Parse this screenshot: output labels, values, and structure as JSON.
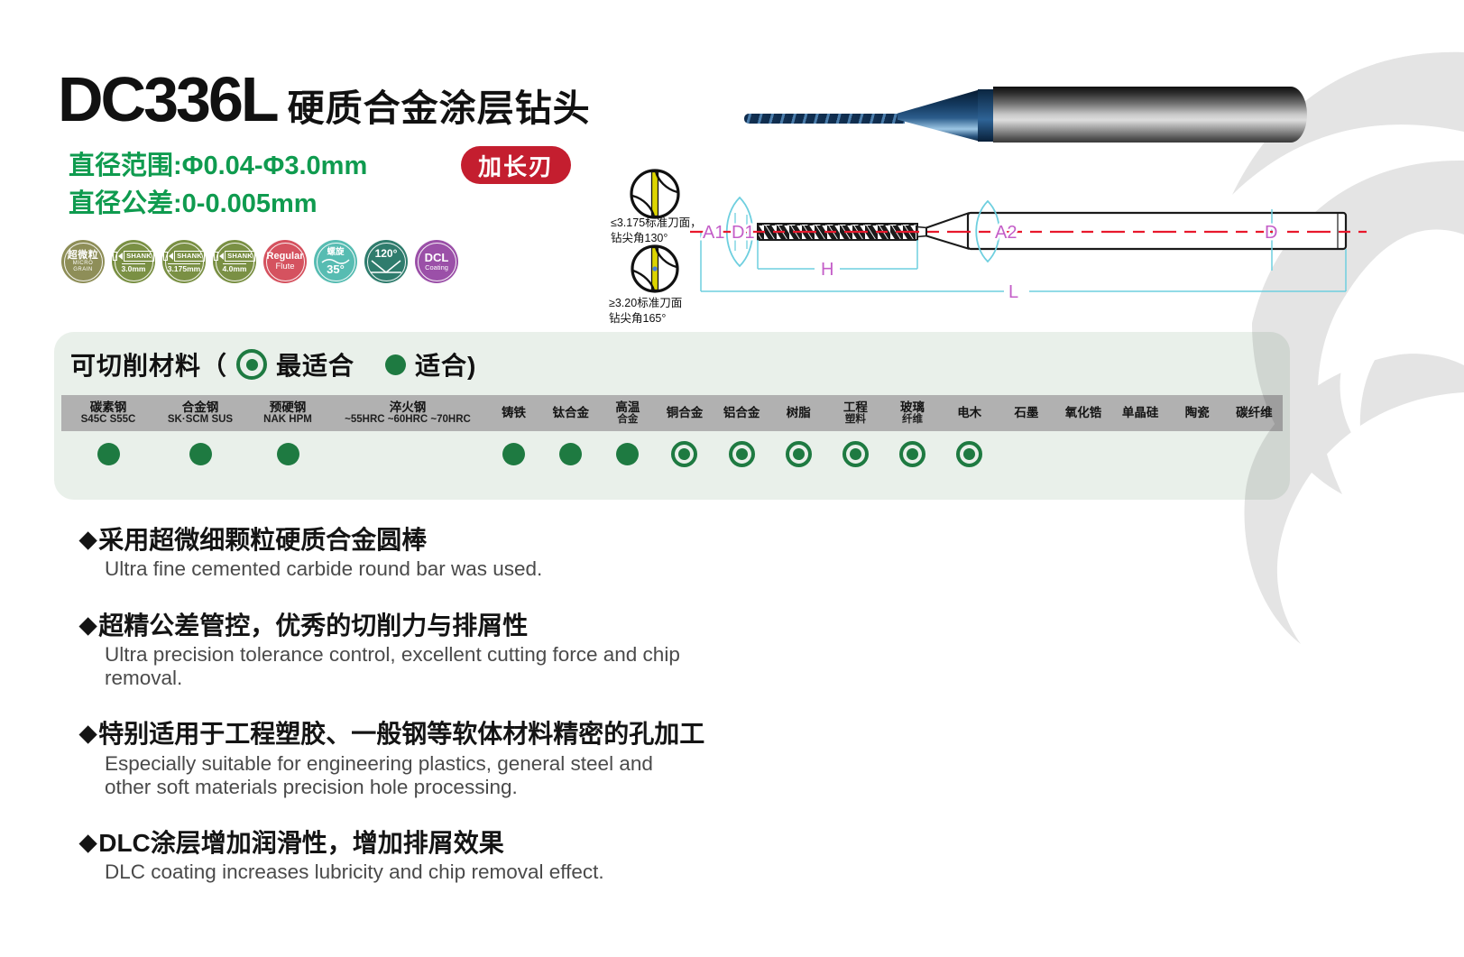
{
  "header": {
    "model": "DC336L",
    "subtitle": "硬质合金涂层钻头",
    "spec_line1": "直径范围:Φ0.04-Φ3.0mm",
    "spec_line2": "直径公差:0-0.005mm",
    "tag": "加长刃",
    "accent_green": "#0f9b4f",
    "tag_red": "#c41e2f"
  },
  "badges": [
    {
      "name": "micro-grain",
      "color": "#8e8e58",
      "line1": "超微粒",
      "line2": "MICRO",
      "line3": "GRAIN"
    },
    {
      "name": "shank-3.0",
      "color": "#7a9044",
      "label": "SHANK",
      "size": "3.0mm"
    },
    {
      "name": "shank-3.175",
      "color": "#7a9044",
      "label": "SHANK",
      "size": "3.175mm"
    },
    {
      "name": "shank-4.0",
      "color": "#7a9044",
      "label": "SHANK",
      "size": "4.0mm"
    },
    {
      "name": "regular-flute",
      "color": "#d5525f",
      "line1": "Regular",
      "line2": "Flute"
    },
    {
      "name": "helix-35",
      "color": "#57bcb2",
      "line1": "螺旋",
      "line2": "35°"
    },
    {
      "name": "point-angle-120",
      "color": "#2f7c6d",
      "line1": "120°"
    },
    {
      "name": "dcl-coating",
      "color": "#9b50a8",
      "line1": "DCL",
      "line2": "Coating"
    }
  ],
  "diagram": {
    "note_top_line1": "≤3.175标准刀面，",
    "note_top_line2": "钻尖角130°",
    "note_bottom_line1": "≥3.20标准刀面",
    "note_bottom_line2": "钻尖角165°",
    "labels": {
      "a1": "A1",
      "d1": "D1",
      "a2": "A2",
      "d": "D",
      "h": "H",
      "l": "L"
    },
    "label_color": "#c45ec8",
    "centerline_color": "#e8182c",
    "dim_color": "#6ecfdf"
  },
  "materials": {
    "title_prefix": "可切削材料（",
    "legend_best": "最适合",
    "legend_fit": "适合)",
    "dot_color": "#1e7a41",
    "columns": [
      {
        "line1": "碳素钢",
        "line2": "S45C S55C",
        "mark": "fit"
      },
      {
        "line1": "合金钢",
        "line2": "SK·SCM SUS",
        "mark": "fit"
      },
      {
        "line1": "预硬钢",
        "line2": "NAK HPM",
        "mark": "fit"
      },
      {
        "line1": "淬火钢",
        "line2": "~55HRC ~60HRC ~70HRC",
        "mark": "none"
      },
      {
        "line1": "铸铁",
        "mark": "fit"
      },
      {
        "line1": "钛合金",
        "mark": "fit"
      },
      {
        "line1": "高温",
        "line2": "合金",
        "mark": "fit"
      },
      {
        "line1": "铜合金",
        "mark": "best"
      },
      {
        "line1": "铝合金",
        "mark": "best"
      },
      {
        "line1": "树脂",
        "mark": "best"
      },
      {
        "line1": "工程",
        "line2": "塑料",
        "mark": "best"
      },
      {
        "line1": "玻璃",
        "line2": "纤维",
        "mark": "best"
      },
      {
        "line1": "电木",
        "mark": "best"
      },
      {
        "line1": "石墨",
        "mark": "none"
      },
      {
        "line1": "氧化锆",
        "mark": "none"
      },
      {
        "line1": "单晶硅",
        "mark": "none"
      },
      {
        "line1": "陶瓷",
        "mark": "none"
      },
      {
        "line1": "碳纤维",
        "mark": "none"
      }
    ]
  },
  "bullets_glyph": "◆",
  "bullets": [
    {
      "zh": "采用超微细颗粒硬质合金圆棒",
      "en": "Ultra fine cemented carbide round bar was used."
    },
    {
      "zh": "超精公差管控，优秀的切削力与排屑性",
      "en": "Ultra precision tolerance control, excellent cutting force and chip removal."
    },
    {
      "zh": "特别适用于工程塑胶、一般钢等软体材料精密的孔加工",
      "en": "Especially suitable for engineering plastics, general steel and other soft  materials precision hole processing."
    },
    {
      "zh": "DLC涂层增加润滑性，增加排屑效果",
      "en": "DLC coating increases lubricity and chip removal effect."
    }
  ]
}
